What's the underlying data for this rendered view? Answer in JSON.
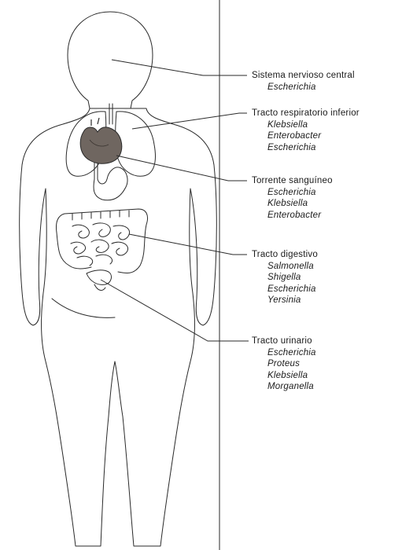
{
  "diagram": {
    "sites": [
      {
        "key": "cns",
        "title": "Sistema nervioso central",
        "organisms": [
          "Escherichia"
        ]
      },
      {
        "key": "respiratory",
        "title": "Tracto respiratorio inferior",
        "organisms": [
          "Klebsiella",
          "Enterobacter",
          "Escherichia"
        ]
      },
      {
        "key": "blood",
        "title": "Torrente sanguíneo",
        "organisms": [
          "Escherichia",
          "Klebsiella",
          "Enterobacter"
        ]
      },
      {
        "key": "digestive",
        "title": "Tracto digestivo",
        "organisms": [
          "Salmonella",
          "Shigella",
          "Escherichia",
          "Yersinia"
        ]
      },
      {
        "key": "urinary",
        "title": "Tracto urinario",
        "organisms": [
          "Escherichia",
          "Proteus",
          "Klebsiella",
          "Morganella"
        ]
      }
    ]
  },
  "colors": {
    "outline": "#2a2a2a",
    "heart": "#6f6660",
    "text": "#1a1a1a"
  }
}
